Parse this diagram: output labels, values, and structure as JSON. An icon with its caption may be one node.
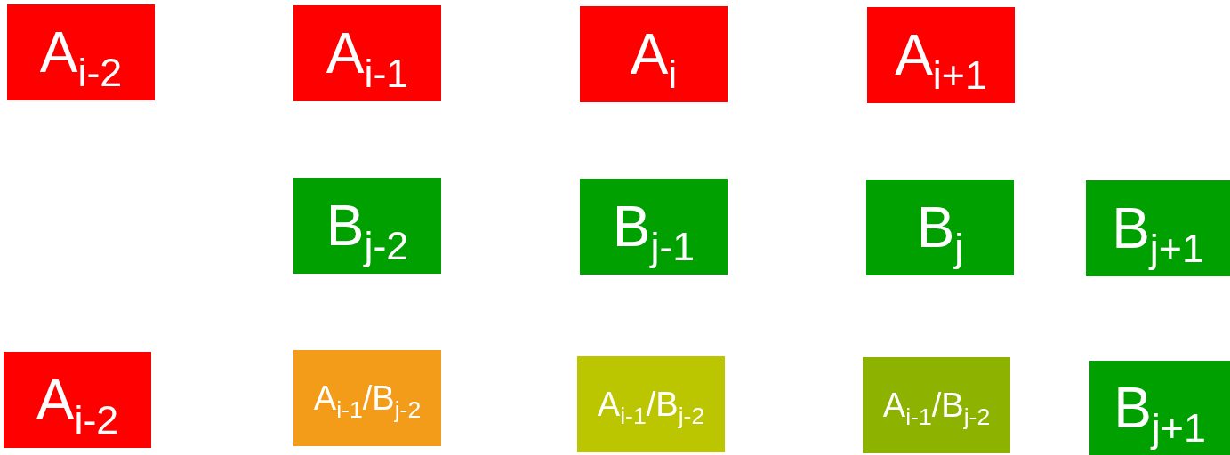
{
  "diagram": {
    "nodes": [
      {
        "text": [
          "A$_{i-2}$"
        ]
      },
      {
        "text": [
          "A$_{i-1}$"
        ]
      },
      {
        "text": [
          "A$_{i}$"
        ]
      },
      {
        "text": [
          "A$_{i+1}$"
        ]
      },
      {
        "text": [
          "B$_{j-2}$"
        ]
      },
      {
        "text": [
          "B$_{j-1}$"
        ]
      },
      {
        "text": [
          "B$_{j}$"
        ]
      },
      {
        "text": [
          "B$_{j+1}$"
        ]
      },
      {
        "text": [
          "A$_{i-2}$"
        ]
      },
      {
        "text": [
          "A$_{i-1}$/B$_{j-2}$"
        ]
      },
      {
        "text": [
          "A$_{i-1}$/B$_{j-2}$"
        ]
      },
      {
        "text": [
          "A$_{i-1}$/B$_{j-2}$"
        ]
      },
      {
        "text": [
          "B$_{j+1}$"
        ]
      }
    ]
  }
}
